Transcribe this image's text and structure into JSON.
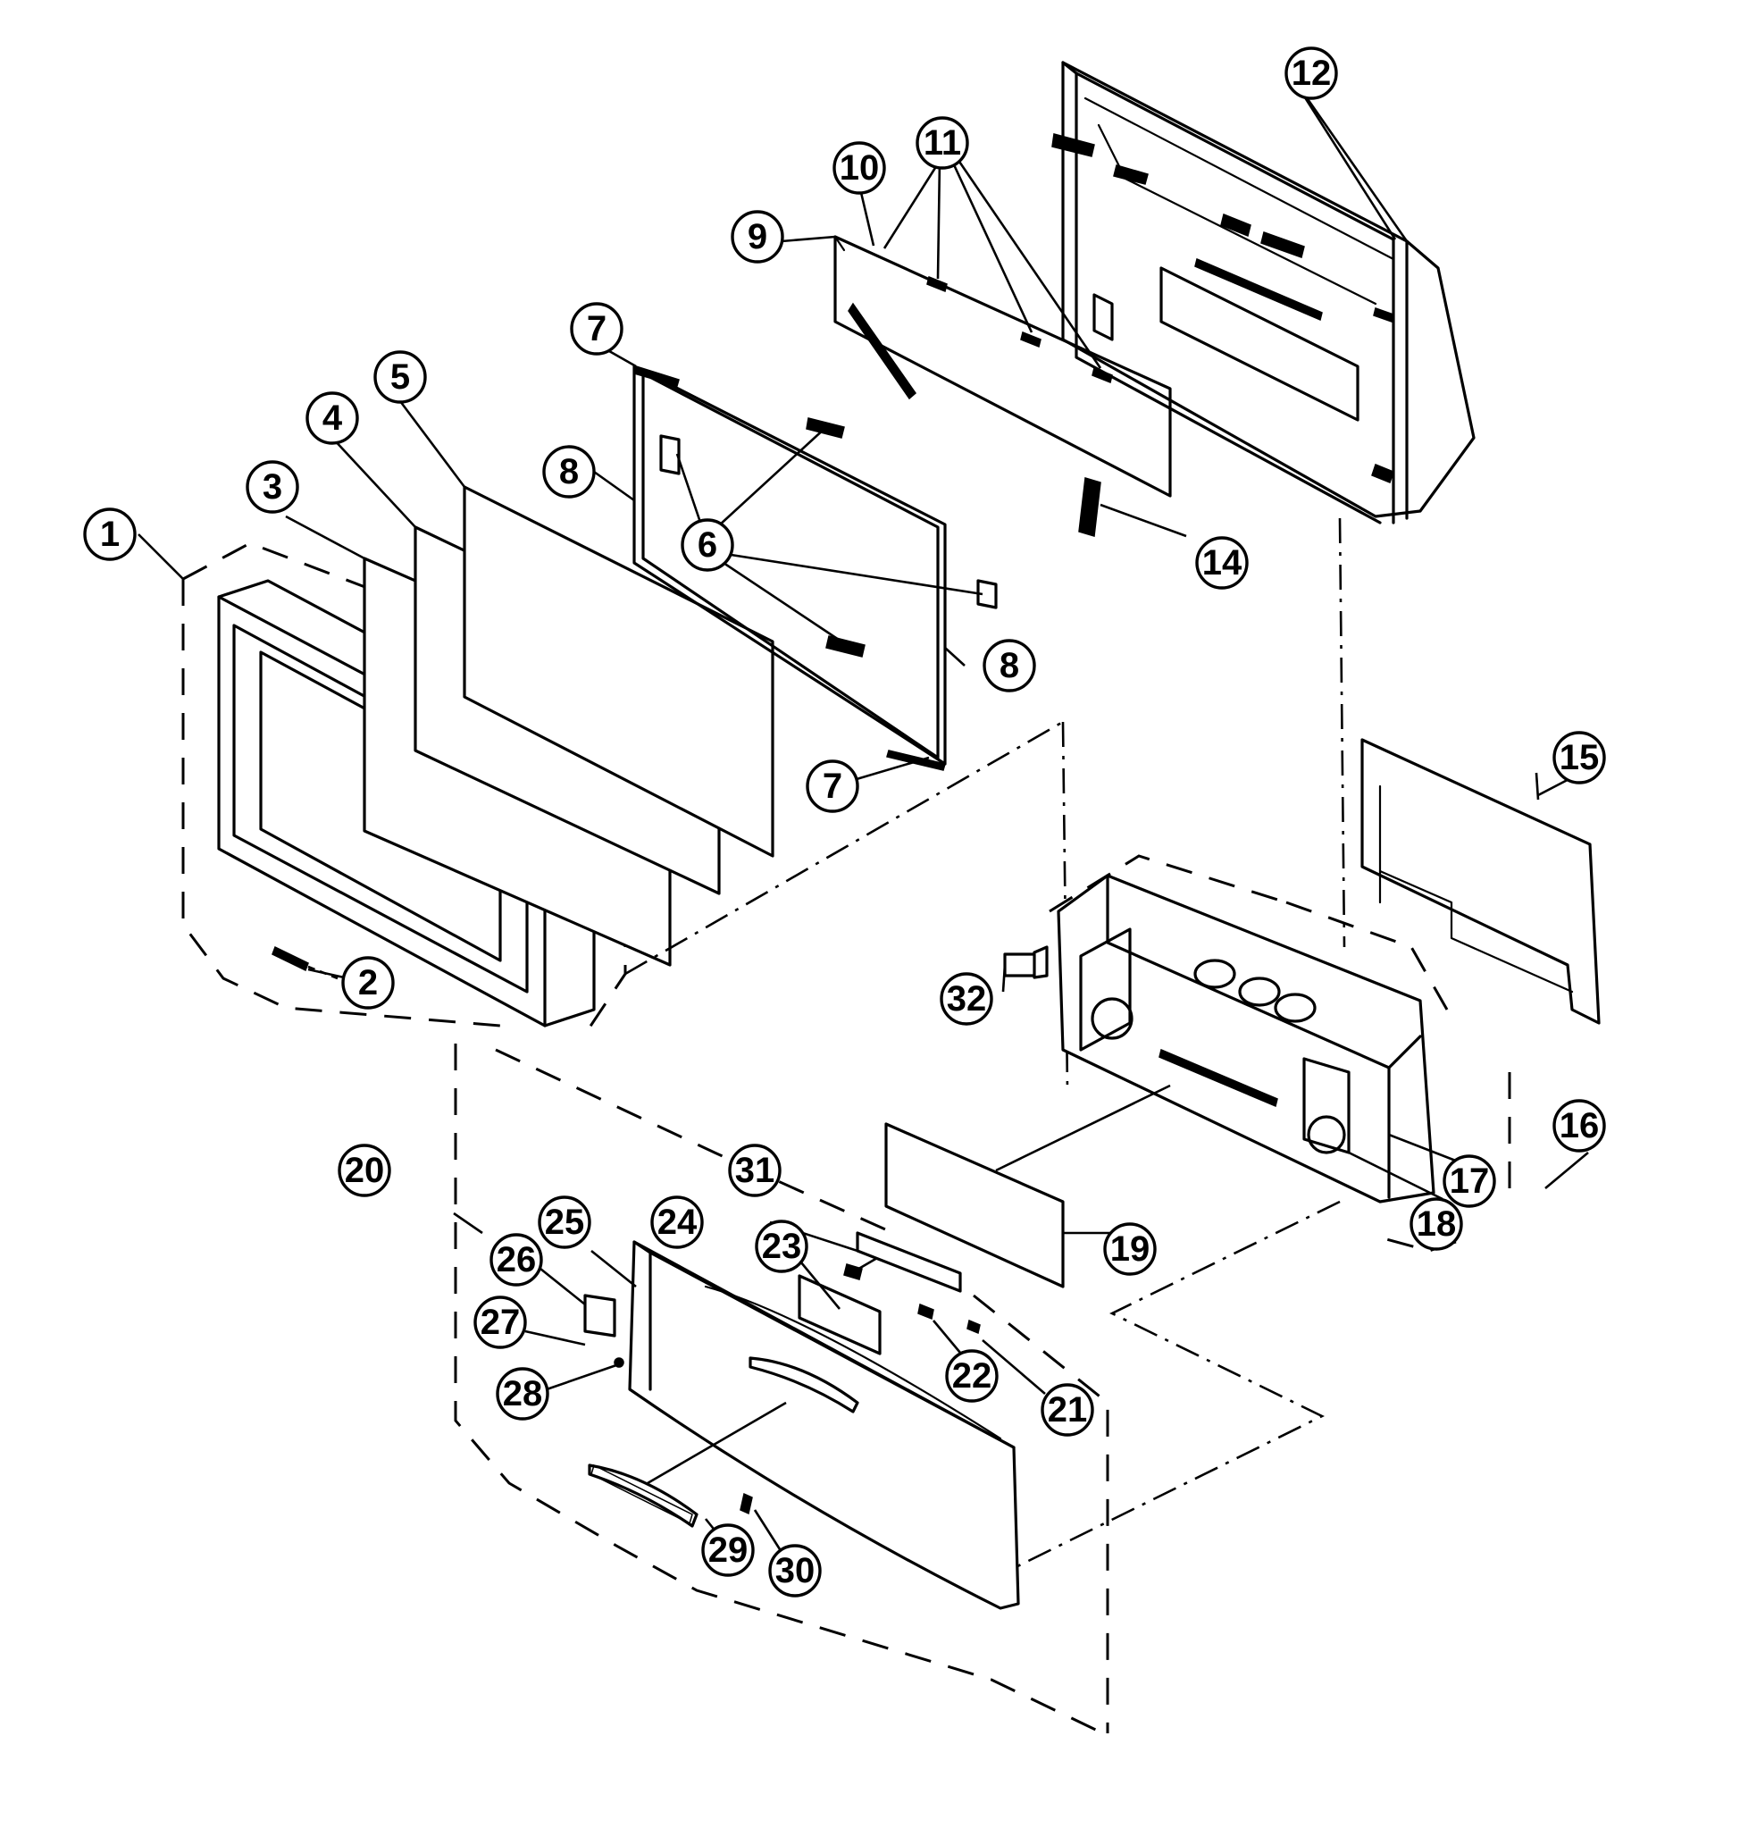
{
  "callouts": [
    {
      "id": "c1",
      "label": "1"
    },
    {
      "id": "c2",
      "label": "2"
    },
    {
      "id": "c3",
      "label": "3"
    },
    {
      "id": "c4",
      "label": "4"
    },
    {
      "id": "c5",
      "label": "5"
    },
    {
      "id": "c6",
      "label": "6"
    },
    {
      "id": "c7a",
      "label": "7"
    },
    {
      "id": "c7b",
      "label": "7"
    },
    {
      "id": "c8a",
      "label": "8"
    },
    {
      "id": "c8b",
      "label": "8"
    },
    {
      "id": "c9",
      "label": "9"
    },
    {
      "id": "c10",
      "label": "10"
    },
    {
      "id": "c11",
      "label": "11"
    },
    {
      "id": "c12",
      "label": "12"
    },
    {
      "id": "c14",
      "label": "14"
    },
    {
      "id": "c15",
      "label": "15"
    },
    {
      "id": "c16",
      "label": "16"
    },
    {
      "id": "c17",
      "label": "17"
    },
    {
      "id": "c18",
      "label": "18"
    },
    {
      "id": "c19",
      "label": "19"
    },
    {
      "id": "c20",
      "label": "20"
    },
    {
      "id": "c21",
      "label": "21"
    },
    {
      "id": "c22",
      "label": "22"
    },
    {
      "id": "c23",
      "label": "23"
    },
    {
      "id": "c24",
      "label": "24"
    },
    {
      "id": "c25",
      "label": "25"
    },
    {
      "id": "c26",
      "label": "26"
    },
    {
      "id": "c27",
      "label": "27"
    },
    {
      "id": "c28",
      "label": "28"
    },
    {
      "id": "c29",
      "label": "29"
    },
    {
      "id": "c30",
      "label": "30"
    },
    {
      "id": "c31",
      "label": "31"
    },
    {
      "id": "c32",
      "label": "32"
    }
  ]
}
